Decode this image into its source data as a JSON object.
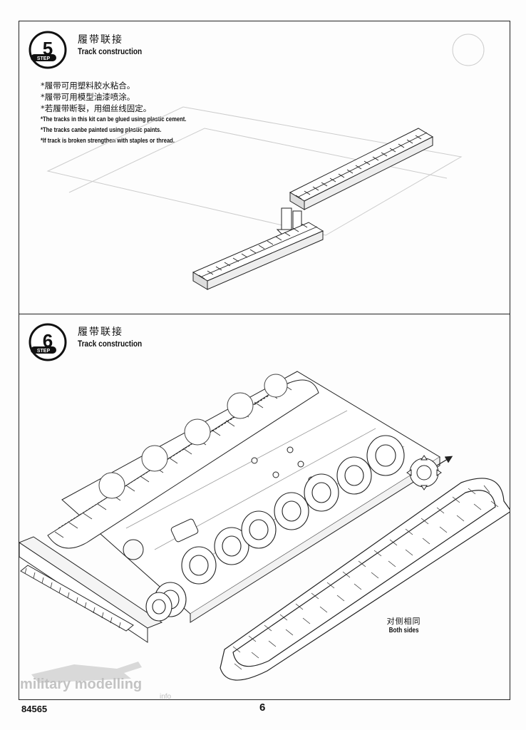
{
  "steps": [
    {
      "number": "5",
      "badge_word": "STEP",
      "title_cn": "履带联接",
      "title_en": "Track construction",
      "notes_cn": [
        "*履带可用塑料胶水粘合。",
        "*履带可用模型油漆喷涂。",
        "*若履带断裂，用细丝线固定。"
      ],
      "notes_en": [
        "*The tracks in this kit can be glued using plastic cement.",
        "*The tracks canbe painted using plastic paints.",
        "*If track is broken strengthen with staples or thread."
      ]
    },
    {
      "number": "6",
      "badge_word": "STEP",
      "title_cn": "履带联接",
      "title_en": "Track construction",
      "callout_cn": "对侧相同",
      "callout_en": "Both sides"
    }
  ],
  "footer": {
    "code": "84565",
    "page": "6"
  },
  "watermark": {
    "line1": "military modelling",
    "line2": "info"
  },
  "colors": {
    "line": "#222222",
    "paper": "#fdfdfd",
    "badge": "#111111"
  }
}
